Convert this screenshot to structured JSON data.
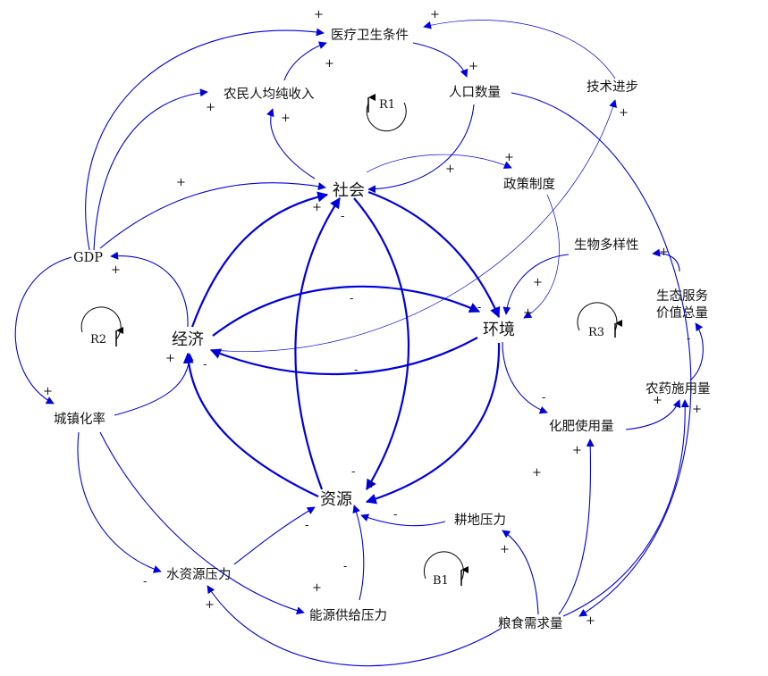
{
  "colors": {
    "edge": "#0000dd",
    "text": "#111111",
    "loop": "#111111"
  },
  "nodes": {
    "medical": "医疗卫生条件",
    "farmer_income": "农民人均纯收入",
    "population": "人口数量",
    "tech": "技术进步",
    "society": "社会",
    "policy": "政策制度",
    "gdp": "GDP",
    "biodiversity": "生物多样性",
    "eco_value_1": "生态服务",
    "eco_value_2": "价值总量",
    "economy": "经济",
    "environment": "环境",
    "pesticide": "农药施用量",
    "urbanization": "城镇化率",
    "fertilizer": "化肥使用量",
    "resources": "资源",
    "farmland": "耕地压力",
    "water": "水资源压力",
    "energy": "能源供给压力",
    "grain": "粮食需求量"
  },
  "loops": {
    "r1": "R1",
    "r2": "R2",
    "r3": "R3",
    "b1": "B1"
  },
  "signs": {
    "plus": "+",
    "minus": "-"
  }
}
